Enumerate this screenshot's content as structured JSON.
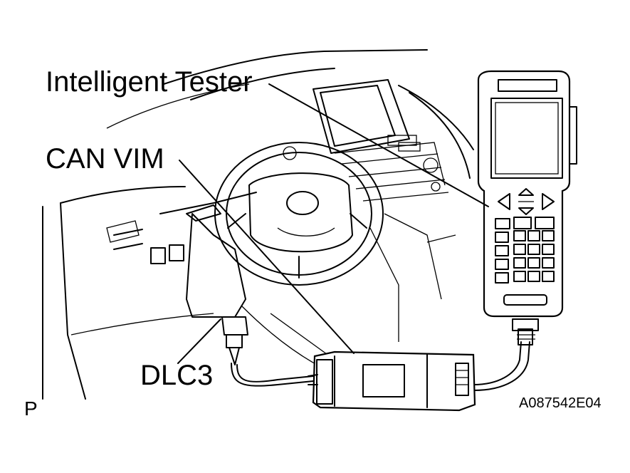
{
  "labels": {
    "tester": "Intelligent Tester",
    "vim": "CAN VIM",
    "dlc3": "DLC3",
    "view": "P",
    "figure_code": "A087542E04"
  },
  "colors": {
    "ink": "#000000",
    "paper": "#ffffff"
  }
}
